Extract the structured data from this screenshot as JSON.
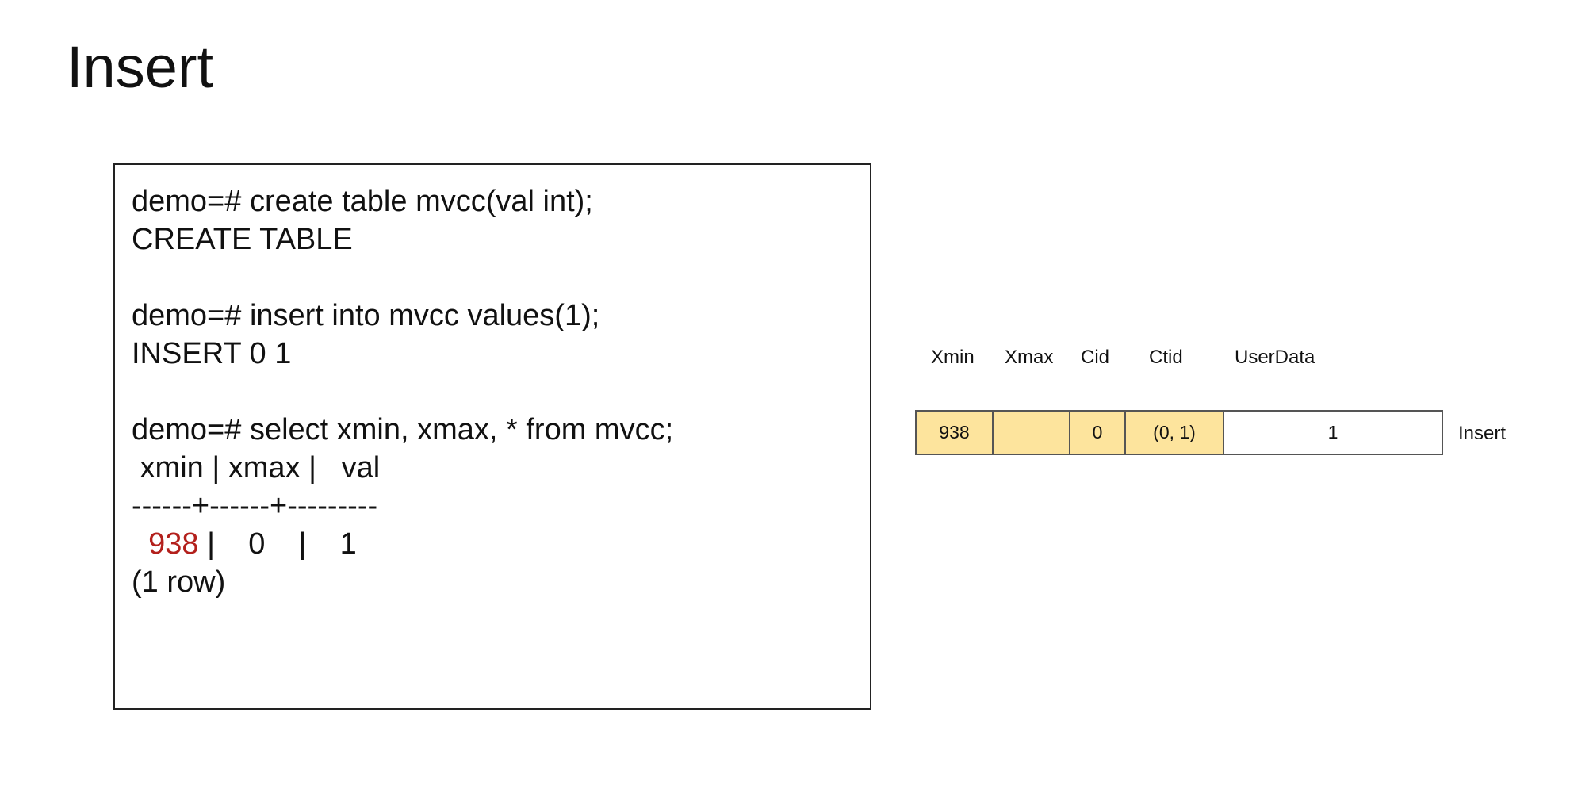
{
  "title": "Insert",
  "terminal": {
    "line1": "demo=# create table mvcc(val int);",
    "line2": "CREATE TABLE",
    "line3": "demo=# insert into mvcc values(1);",
    "line4": "INSERT 0 1",
    "line5": "demo=# select xmin, xmax, * from mvcc;",
    "line6": " xmin | xmax |   val",
    "line7": "------+------+---------",
    "row_xmin": "938",
    "row_rest": " |    0    |    1",
    "line9": "(1 row)"
  },
  "tuple_diagram": {
    "headers": {
      "xmin": "Xmin",
      "xmax": "Xmax",
      "cid": "Cid",
      "ctid": "Ctid",
      "userdata": "UserData"
    },
    "cells": {
      "xmin": "938",
      "xmax": "",
      "cid": "0",
      "ctid": "(0, 1)",
      "userdata": "1"
    },
    "row_label": "Insert",
    "colors": {
      "header_fill": "#fde49d",
      "data_fill": "#ffffff",
      "highlight_text": "#b3201c"
    }
  }
}
